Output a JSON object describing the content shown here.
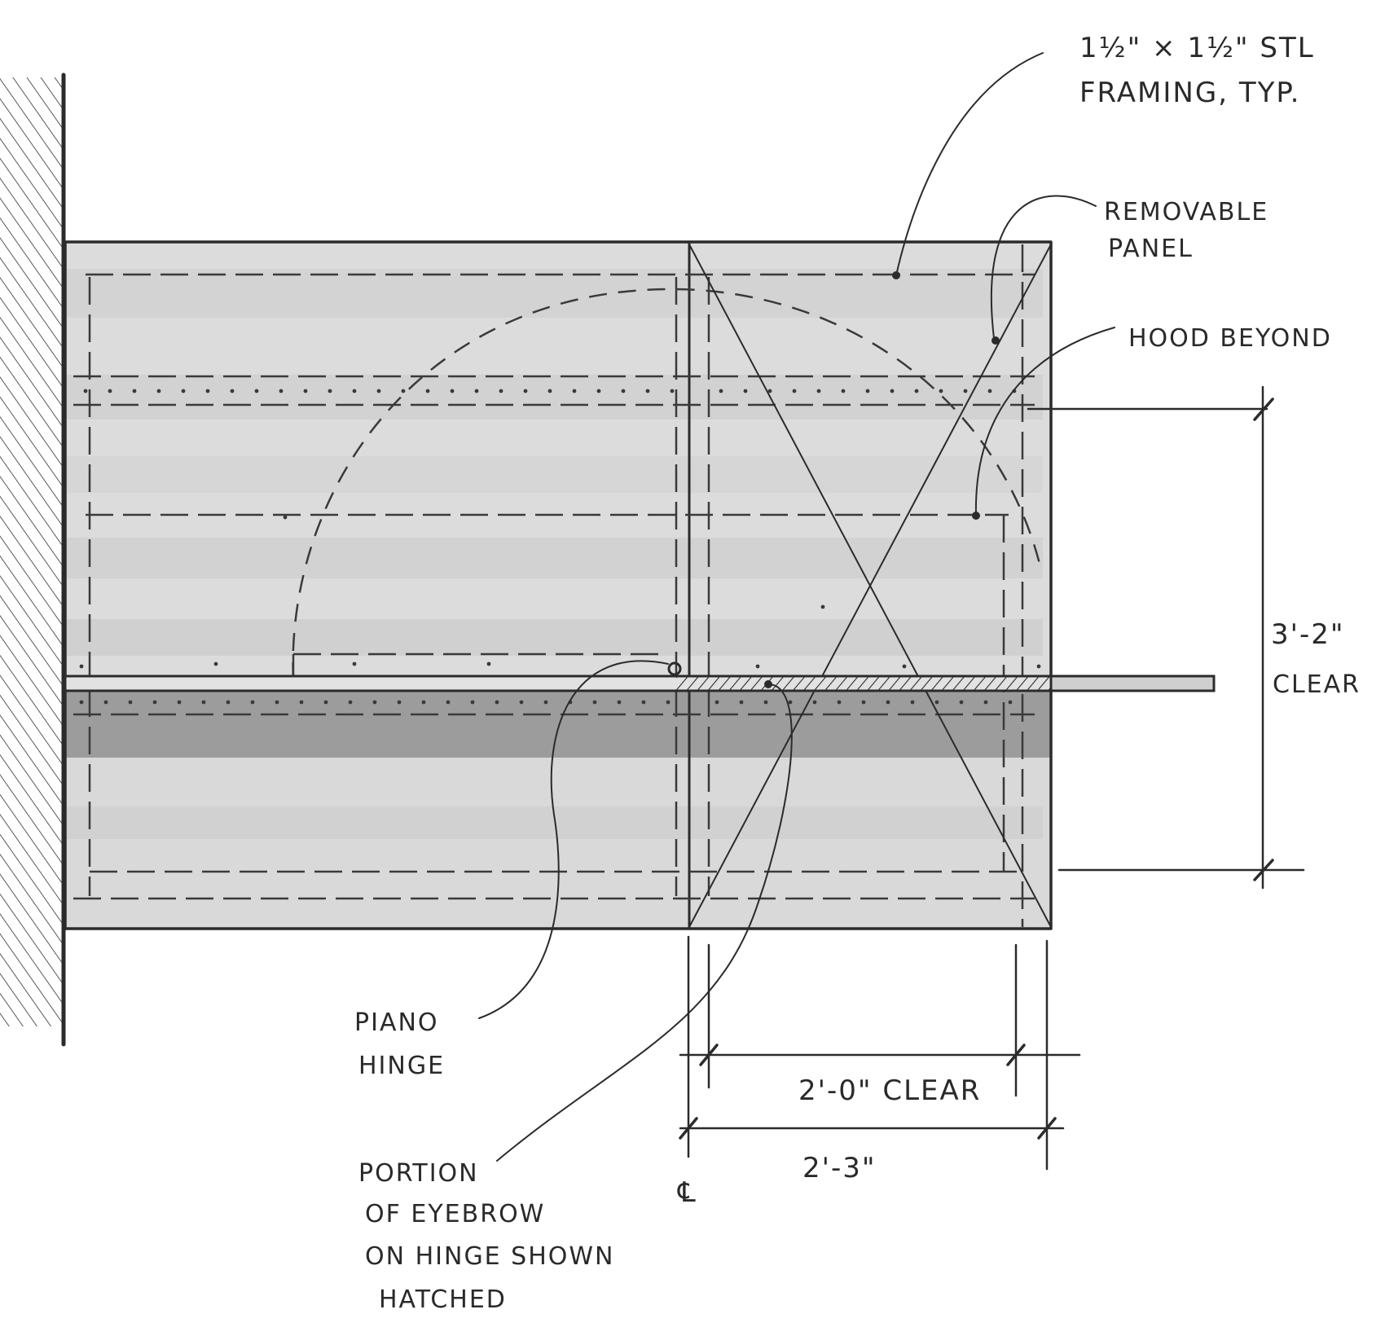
{
  "labels": {
    "framing_line1": "1½\" × 1½\" STL",
    "framing_line2": "FRAMING, TYP.",
    "panel_line1": "REMOVABLE",
    "panel_line2": "PANEL",
    "hood": "HOOD BEYOND",
    "height_dim_line1": "3'-2\"",
    "height_dim_line2": "CLEAR",
    "piano_line1": "PIANO",
    "piano_line2": "HINGE",
    "brow_line1": "PORTION",
    "brow_line2": "OF EYEBROW",
    "brow_line3": "ON HINGE SHOWN",
    "brow_line4": "HATCHED",
    "clear_width_dim": "2'-0\" CLEAR",
    "width_dim": "2'-3\"",
    "centerline": "℄"
  },
  "colors": {
    "ink": "#2b2b2b",
    "wash_light": "#d6d6d6",
    "wash_mid": "#bdbdbd",
    "wash_dark": "#9a9a9a"
  }
}
